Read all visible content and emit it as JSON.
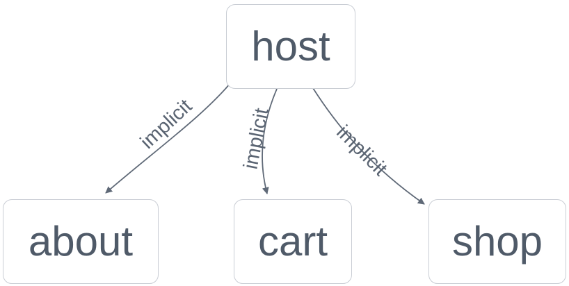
{
  "diagram": {
    "type": "flowchart",
    "direction": "top-down",
    "nodes": [
      {
        "id": "host",
        "label": "host"
      },
      {
        "id": "about",
        "label": "about"
      },
      {
        "id": "cart",
        "label": "cart"
      },
      {
        "id": "shop",
        "label": "shop"
      }
    ],
    "edges": [
      {
        "from": "host",
        "to": "about",
        "label": "implicit"
      },
      {
        "from": "host",
        "to": "cart",
        "label": "implicit"
      },
      {
        "from": "host",
        "to": "shop",
        "label": "implicit"
      }
    ],
    "colors": {
      "background": "#ffffff",
      "node_fill": "#ffffff",
      "node_border": "#c9cdd4",
      "node_text": "#4f5a68",
      "edge_stroke": "#5f6977",
      "edge_label_text": "#5a6472"
    }
  }
}
